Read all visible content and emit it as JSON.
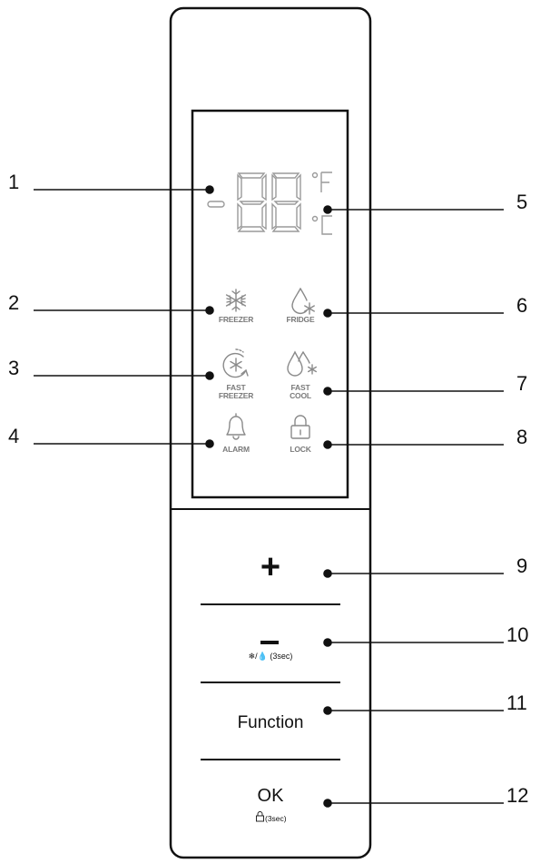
{
  "callouts": {
    "c1": "1",
    "c2": "2",
    "c3": "3",
    "c4": "4",
    "c5": "5",
    "c6": "6",
    "c7": "7",
    "c8": "8",
    "c9": "9",
    "c10": "10",
    "c11": "11",
    "c12": "12"
  },
  "display": {
    "minus_sign": "-",
    "digits": "88",
    "unit_f": "°F",
    "unit_c": "°C"
  },
  "indicators": {
    "freezer": {
      "label": "FREEZER",
      "icon": "snowflake-icon"
    },
    "fridge": {
      "label": "FRIDGE",
      "icon": "droplet-snowflake-icon"
    },
    "fast_freezer": {
      "label_line1": "FAST",
      "label_line2": "FREEZER",
      "icon": "fast-freeze-icon"
    },
    "fast_cool": {
      "label_line1": "FAST",
      "label_line2": "COOL",
      "icon": "double-droplet-icon"
    },
    "alarm": {
      "label": "ALARM",
      "icon": "bell-icon"
    },
    "lock": {
      "label": "LOCK",
      "icon": "padlock-icon"
    }
  },
  "buttons": {
    "plus": {
      "label": "+"
    },
    "minus": {
      "label": "—",
      "sub_label": "❄/💧 (3sec)"
    },
    "function": {
      "label": "Function"
    },
    "ok": {
      "label": "OK",
      "sub_label": "(3sec)"
    }
  },
  "colors": {
    "outline": "#111111",
    "indicator_gray": "#8a8a8a"
  }
}
